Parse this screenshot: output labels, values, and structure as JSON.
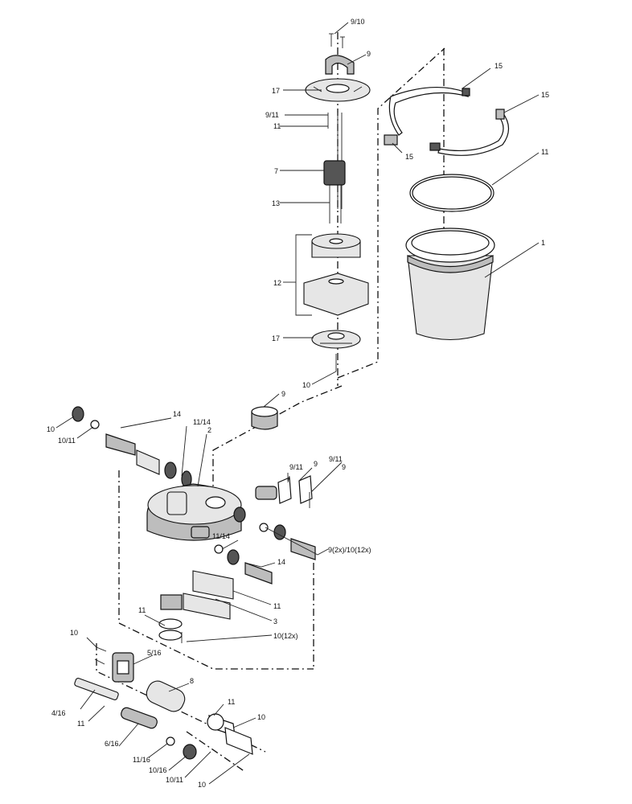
{
  "callouts": [
    {
      "key": "c01",
      "text": "9/10"
    },
    {
      "key": "c02",
      "text": "9"
    },
    {
      "key": "c03",
      "text": "17"
    },
    {
      "key": "c04",
      "text": "9/11"
    },
    {
      "key": "c05",
      "text": "11"
    },
    {
      "key": "c06",
      "text": "7"
    },
    {
      "key": "c07",
      "text": "13"
    },
    {
      "key": "c08",
      "text": "12"
    },
    {
      "key": "c09",
      "text": "17"
    },
    {
      "key": "c10",
      "text": "10"
    },
    {
      "key": "c11",
      "text": "15"
    },
    {
      "key": "c12",
      "text": "15"
    },
    {
      "key": "c13",
      "text": "15"
    },
    {
      "key": "c14",
      "text": "11"
    },
    {
      "key": "c15",
      "text": "1"
    },
    {
      "key": "c16",
      "text": "9"
    },
    {
      "key": "c17",
      "text": "10"
    },
    {
      "key": "c18",
      "text": "10/11"
    },
    {
      "key": "c19",
      "text": "14"
    },
    {
      "key": "c20",
      "text": "11/14"
    },
    {
      "key": "c21",
      "text": "2"
    },
    {
      "key": "c22",
      "text": "9/11"
    },
    {
      "key": "c23",
      "text": "9"
    },
    {
      "key": "c24",
      "text": "9/11"
    },
    {
      "key": "c25",
      "text": "9"
    },
    {
      "key": "c26",
      "text": "11/14"
    },
    {
      "key": "c27",
      "text": "9(2x)/10(12x)"
    },
    {
      "key": "c28",
      "text": "14"
    },
    {
      "key": "c29",
      "text": "11"
    },
    {
      "key": "c30",
      "text": "11"
    },
    {
      "key": "c31",
      "text": "3"
    },
    {
      "key": "c32",
      "text": "10(12x)"
    },
    {
      "key": "c33",
      "text": "10"
    },
    {
      "key": "c34",
      "text": "5/16"
    },
    {
      "key": "c35",
      "text": "8"
    },
    {
      "key": "c36",
      "text": "4/16"
    },
    {
      "key": "c37",
      "text": "11"
    },
    {
      "key": "c38",
      "text": "11"
    },
    {
      "key": "c39",
      "text": "10"
    },
    {
      "key": "c40",
      "text": "6/16"
    },
    {
      "key": "c41",
      "text": "11/16"
    },
    {
      "key": "c42",
      "text": "10/16"
    },
    {
      "key": "c43",
      "text": "10/11"
    },
    {
      "key": "c44",
      "text": "10"
    }
  ]
}
